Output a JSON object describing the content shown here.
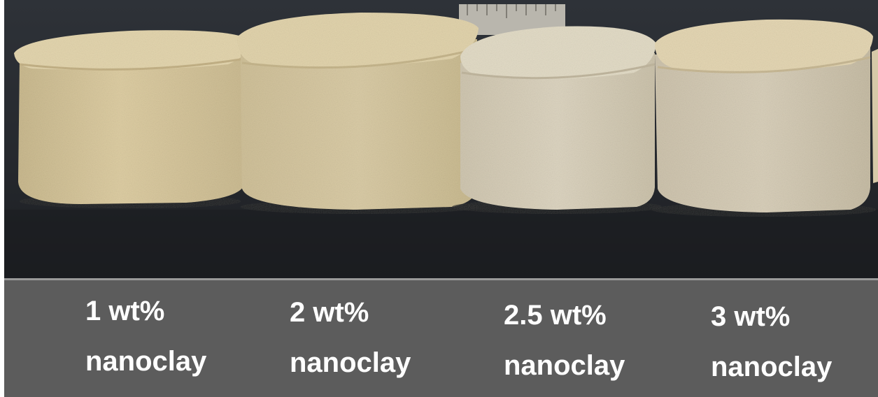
{
  "samples": [
    {
      "line1": "1 wt%",
      "line2": "nanoclay"
    },
    {
      "line1": "2 wt%",
      "line2": "nanoclay"
    },
    {
      "line1": "2.5 wt%",
      "line2": "nanoclay"
    },
    {
      "line1": "3 wt%",
      "line2": "nanoclay"
    }
  ],
  "colors": {
    "background_dark": "#23272c",
    "caption_bar": "#5c5c5c",
    "sample_tan": "#d9c9a0",
    "sample_light": "#dcd3bd",
    "label_text": "#ffffff"
  }
}
